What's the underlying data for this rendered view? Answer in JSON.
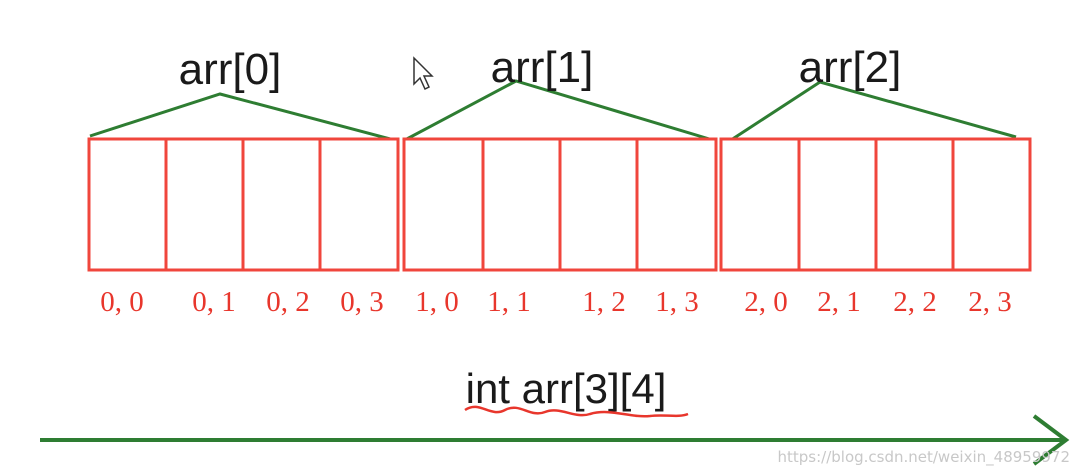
{
  "groups": [
    {
      "label": "arr[0]",
      "cells": [
        "0, 0",
        "0, 1",
        "0, 2",
        "0, 3"
      ]
    },
    {
      "label": "arr[1]",
      "cells": [
        "1, 0",
        "1, 1",
        "1, 2",
        "1, 3"
      ]
    },
    {
      "label": "arr[2]",
      "cells": [
        "2, 0",
        "2, 1",
        "2, 2",
        "2, 3"
      ]
    }
  ],
  "declaration": "int arr[3][4]",
  "watermark": "https://blog.csdn.net/weixin_48959972",
  "colors": {
    "cell_border": "#f0463c",
    "index_text": "#e8362c",
    "bracket_line": "#2e7d32",
    "axis_line": "#2e7d32"
  },
  "icons": {
    "cursor": "mouse-pointer-icon",
    "arrow": "arrow-right-icon"
  }
}
